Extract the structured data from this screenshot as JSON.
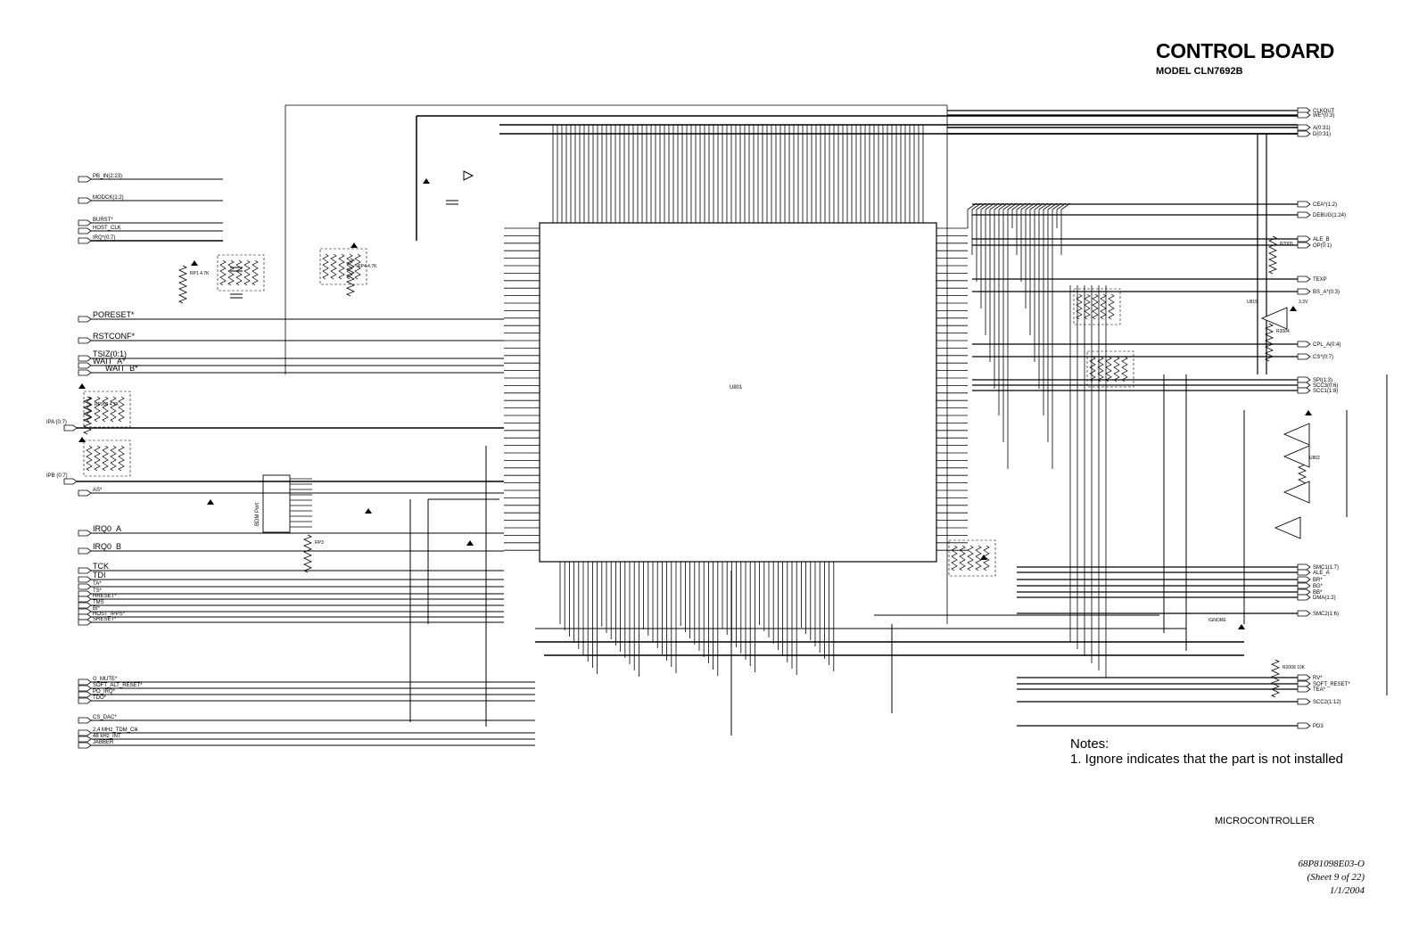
{
  "header": {
    "title": "CONTROL BOARD",
    "model": "MODEL CLN7692B"
  },
  "chip": {
    "ref": "U801"
  },
  "left_ports": [
    "PB_IN(2:23)",
    "MODCK(1:2)",
    "BURST*",
    "HOST_CLK",
    "IRQ*(0:7)",
    "PORESET*",
    "RSTCONF*",
    "TSIZ(0:1)",
    "WAIT_A*",
    "WAIT_B*",
    "IPA (0:7)",
    "IPB (0:7)",
    "AS*",
    "IRQ0_A",
    "IRQ0_B",
    "TCK",
    "TDI",
    "TA*",
    "TS*",
    "HRESET*",
    "TMS",
    "BI*",
    "HOST_IPPS*",
    "SRESET*",
    "G_MUTE*",
    "SOFT_ALT_RESET*",
    "PO_IRQ*",
    "TDO*",
    "CS_DAC*",
    "2.4 MHz_TDM_Clk",
    "48 kHz_INT",
    "JABBER"
  ],
  "right_ports": [
    "CLKOUT",
    "WE*(0:3)",
    "A(0:31)",
    "D(0:31)",
    "CEA*(1:2)",
    "DEBUG(1:24)",
    "ALE_B",
    "OP(0:1)",
    "TEXP",
    "BS_A*(0:3)",
    "CPL_A(0:4)",
    "CS*(0:7)",
    "SPI(1:3)",
    "SCC3(0:6)",
    "SCC1(1:8)",
    "SMC1(1:7)",
    "ALE_A",
    "BR*",
    "BG*",
    "BB*",
    "DMA(1:2)",
    "SMC2(1:6)",
    "RV*",
    "SOFT_RESET*",
    "TEA*",
    "SCC2(1:12)",
    "PD3"
  ],
  "components": [
    "RP1 4.7K",
    "RP4 4.7K",
    "RP3",
    "RP900 4.7K",
    "U815",
    "U802",
    "R2005",
    "R2004",
    "R2008 10K",
    "3.3V",
    "BDM Port",
    "IGNORE"
  ],
  "notes": {
    "heading": "Notes:",
    "item1": "1. Ignore indicates that the part is not installed"
  },
  "footer": {
    "section": "MICROCONTROLLER",
    "doc": "68P81098E03-O",
    "sheet": "(Sheet 9 of 22)",
    "date": "1/1/2004"
  }
}
